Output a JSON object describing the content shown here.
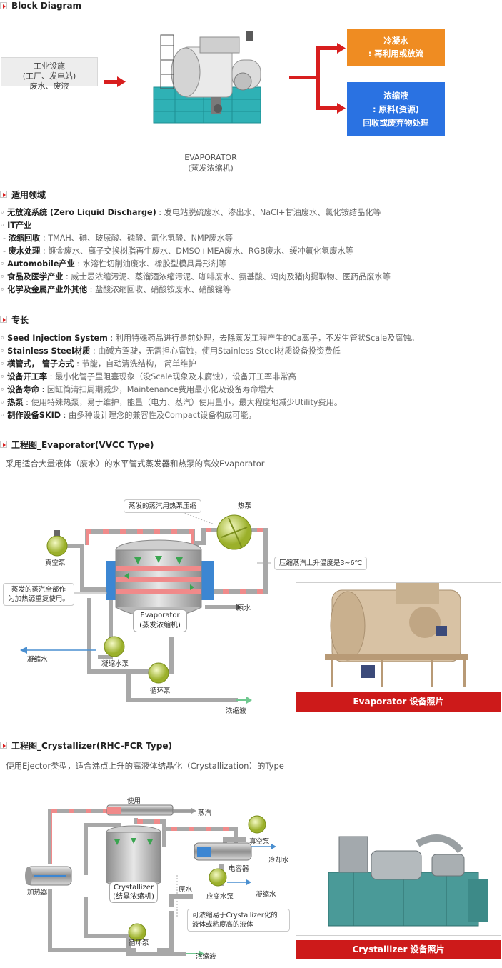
{
  "block_diagram": {
    "title": "Block Diagram",
    "source_lines": [
      "工业设施",
      "(工厂、发电站)",
      "废水、废液"
    ],
    "evaporator_caption": [
      "EVAPORATOR",
      "(蒸发浓缩机)"
    ],
    "outputs": [
      {
        "lines": [
          "冷凝水",
          ": 再利用或放流"
        ],
        "color": "#ef8c22"
      },
      {
        "lines": [
          "浓缩液",
          ": 原料(资源)",
          "回收或废弃物处理"
        ],
        "color": "#2a72e2"
      }
    ],
    "arrow_color": "#d81e1e"
  },
  "applications": {
    "title": "适用领域",
    "items": [
      {
        "prefix": "◦ ",
        "term": "无放流系统 (Zero Liquid Discharge)",
        "desc": "发电站脱硫废水、渗出水、NaCl+甘油废水、氯化铵结晶化等"
      },
      {
        "prefix": "◦ ",
        "term": "IT产业",
        "desc": ""
      },
      {
        "prefix": "- ",
        "term": "浓缩回收",
        "desc": "TMAH、碘、玻尿酸、磷酸、氰化氢酸、NMP废水等"
      },
      {
        "prefix": "- ",
        "term": "废水处理",
        "desc": "镀金废水、离子交换树脂再生废水、DMSO+MEA废水、RGB废水、缓冲氟化氢废水等"
      },
      {
        "prefix": "◦ ",
        "term": "Automobile产业",
        "desc": "水溶性切削油废水、橡胶型模具异形剂等"
      },
      {
        "prefix": "◦ ",
        "term": "食品及医学产业",
        "desc": "威士忌浓缩污泥、蒸馏酒浓缩污泥、咖啡废水、氨基酸、鸡肉及猪肉提取物、医药品废水等"
      },
      {
        "prefix": "◦ ",
        "term": "化学及金属产业外其他",
        "desc": "盐酸浓缩回收、硝酸铵废水、硝酸镍等"
      }
    ]
  },
  "strengths": {
    "title": "专长",
    "items": [
      {
        "term": "Seed Injection System",
        "desc": "利用特殊药品进行是前处理，去除蒸发工程产生的Ca离子，不发生管状Scale及腐蚀。"
      },
      {
        "term": "Stainless Steel材质",
        "desc": "由碱方驾驶，无需担心腐蚀，使用Stainless Steel材质设备投资费低"
      },
      {
        "term": "横管式， 管子方式",
        "desc": "节能，自动清洗结构， 简单维护"
      },
      {
        "term": "设备开工率",
        "desc": "最小化管子里阻塞现象（没Scale现象及未腐蚀），设备开工率非常高"
      },
      {
        "term": "设备寿命",
        "desc": "因缸筒清扫周期减少，Maintenance费用最小化及设备寿命增大"
      },
      {
        "term": "热泵",
        "desc": "使用特殊热泵，易于维护，能量（电力、蒸汽）使用量小，最大程度地减少Utility费用。"
      },
      {
        "term": "制作设备SKID",
        "desc": "由多种设计理念的兼容性及Compact设备构成可能。"
      }
    ]
  },
  "evaporator_section": {
    "title": "工程图_Evaporator(VVCC Type)",
    "intro": "采用适合大量液体（废水）的水平管式蒸发器和热泵的高效Evaporator",
    "labels": {
      "callout_top": "蒸发的蒸汽用热泵压缩",
      "heat_pump": "热泵",
      "vacuum_pump": "真空泵",
      "callout_right": "压缩蒸汽上升温度是3~6℃",
      "callout_left": [
        "蒸发的蒸汽全部作",
        "为加热源重复使用。"
      ],
      "raw_water": "原水",
      "vessel_line1": "Evaporator",
      "vessel_line2": "(蒸发浓缩机)",
      "condensate": "凝缩水",
      "condensate_pump": "凝缩水泵",
      "circ_pump": "循环泵",
      "concentrate": "浓缩液"
    },
    "photo_caption": "Evaporator 设备照片"
  },
  "crystallizer_section": {
    "title": "工程图_Crystallizer(RHC-FCR Type)",
    "intro": "使用Ejector类型，适合沸点上升的高液体结晶化（Crystallization）的Type",
    "labels": {
      "use": "使用",
      "steam": "蒸汽",
      "vacuum_pump": "真空泵",
      "cooling_water": "冷却水",
      "condenser": "电容器",
      "heater": "加热器",
      "vessel_line1": "Crystallizer",
      "vessel_line2": "(结晶浓缩机)",
      "raw_water": "原水",
      "strain_pump": "应变水泵",
      "condensate": "凝缩水",
      "callout": [
        "可浓缩易于Crystallizer化的",
        "液体或粘度高的液体"
      ],
      "circ_pump": "循环泵",
      "concentrate": "浓缩液"
    },
    "photo_caption": "Crystallizer 设备照片"
  }
}
